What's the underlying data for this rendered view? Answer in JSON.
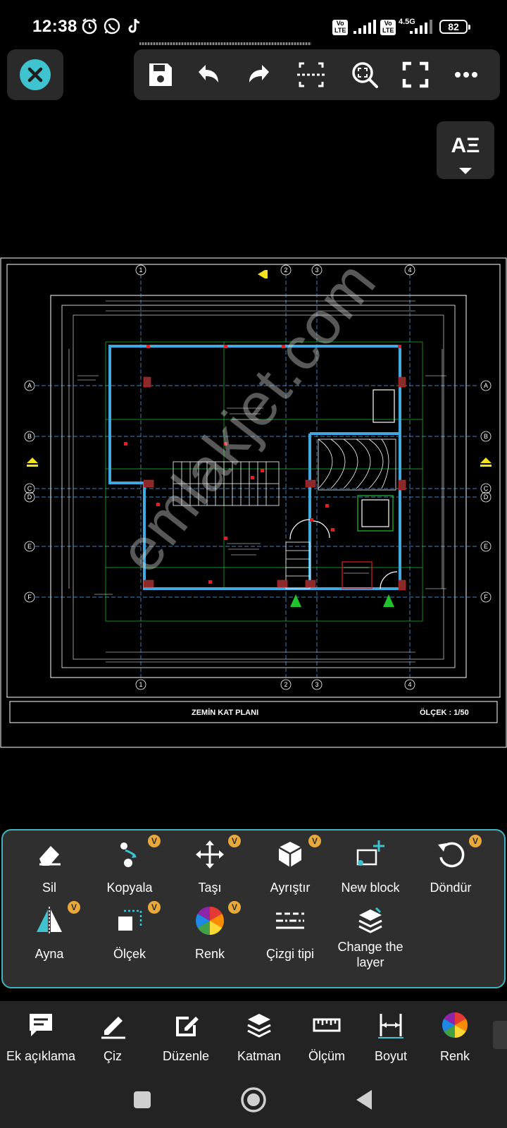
{
  "status_bar": {
    "time": "12:38",
    "network_label": "4.5G",
    "battery": "82",
    "volte_label": "Vo\nLTE",
    "icons": [
      "alarm-icon",
      "whatsapp-icon",
      "tiktok-icon"
    ]
  },
  "top_toolbar": {
    "buttons": [
      "close-icon",
      "save-icon",
      "undo-icon",
      "redo-icon",
      "select-window-icon",
      "zoom-extents-icon",
      "fullscreen-icon",
      "more-icon"
    ],
    "text_style_label": "AΞ"
  },
  "drawing": {
    "title": "ZEMİN KAT PLANI",
    "scale": "ÖLÇEK : 1/50",
    "grid_columns": [
      "1",
      "2",
      "3",
      "4"
    ],
    "grid_rows": [
      "A",
      "B",
      "C",
      "D",
      "E",
      "F"
    ],
    "watermark": "emlakjet.com",
    "colors": {
      "background": "#000000",
      "walls": "#3fa9e0",
      "grid": "#4fb0ff",
      "green_lines": "#22c22e",
      "dims": "#ffffff",
      "red": "#e02020"
    }
  },
  "edit_panel": {
    "tools": [
      {
        "label": "Sil",
        "icon": "eraser-icon",
        "vip": false
      },
      {
        "label": "Kopyala",
        "icon": "copy-icon",
        "vip": true
      },
      {
        "label": "Taşı",
        "icon": "move-icon",
        "vip": true
      },
      {
        "label": "Ayrıştır",
        "icon": "explode-icon",
        "vip": true
      },
      {
        "label": "New block",
        "icon": "new-block-icon",
        "vip": false
      },
      {
        "label": "Döndür",
        "icon": "rotate-icon",
        "vip": true
      },
      {
        "label": "Ayna",
        "icon": "mirror-icon",
        "vip": true
      },
      {
        "label": "Ölçek",
        "icon": "scale-icon",
        "vip": true
      },
      {
        "label": "Renk",
        "icon": "color-wheel-icon",
        "vip": true
      },
      {
        "label": "Çizgi tipi",
        "icon": "linetype-icon",
        "vip": false
      },
      {
        "label": "Change the\nlayer",
        "icon": "layers-icon",
        "vip": false
      }
    ],
    "vip_badge": "V",
    "accent_color": "#3fb4bd",
    "badge_color": "#e9a93a"
  },
  "bottom_bar": {
    "tools": [
      {
        "label": "Ek açıklama",
        "icon": "annotation-icon"
      },
      {
        "label": "Çiz",
        "icon": "pencil-icon"
      },
      {
        "label": "Düzenle",
        "icon": "edit-icon"
      },
      {
        "label": "Katman",
        "icon": "layers-icon"
      },
      {
        "label": "Ölçüm",
        "icon": "ruler-icon"
      },
      {
        "label": "Boyut",
        "icon": "dimension-icon"
      },
      {
        "label": "Renk",
        "icon": "color-wheel-icon"
      }
    ]
  },
  "nav_bar": {
    "buttons": [
      "recents-icon",
      "home-icon",
      "back-icon"
    ]
  }
}
